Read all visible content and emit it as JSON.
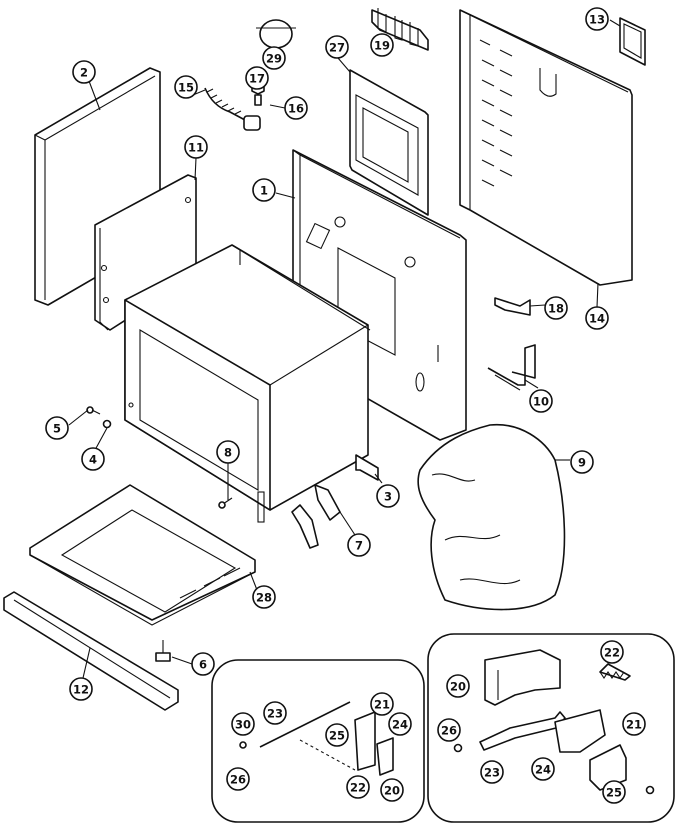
{
  "callouts": {
    "c1": "1",
    "c2": "2",
    "c3": "3",
    "c4": "4",
    "c5": "5",
    "c6": "6",
    "c7": "7",
    "c8": "8",
    "c9": "9",
    "c10": "10",
    "c11": "11",
    "c12": "12",
    "c13": "13",
    "c14": "14",
    "c15": "15",
    "c16": "16",
    "c17": "17",
    "c18": "18",
    "c19": "19",
    "c20a": "20",
    "c21a": "21",
    "c22a": "22",
    "c23a": "23",
    "c24a": "24",
    "c25a": "25",
    "c26a": "26",
    "c27": "27",
    "c28": "28",
    "c29": "29",
    "c30": "30",
    "c20b": "20",
    "c21b": "21",
    "c22b": "22",
    "c23b": "23",
    "c24b": "24",
    "c25b": "25",
    "c26b": "26"
  }
}
